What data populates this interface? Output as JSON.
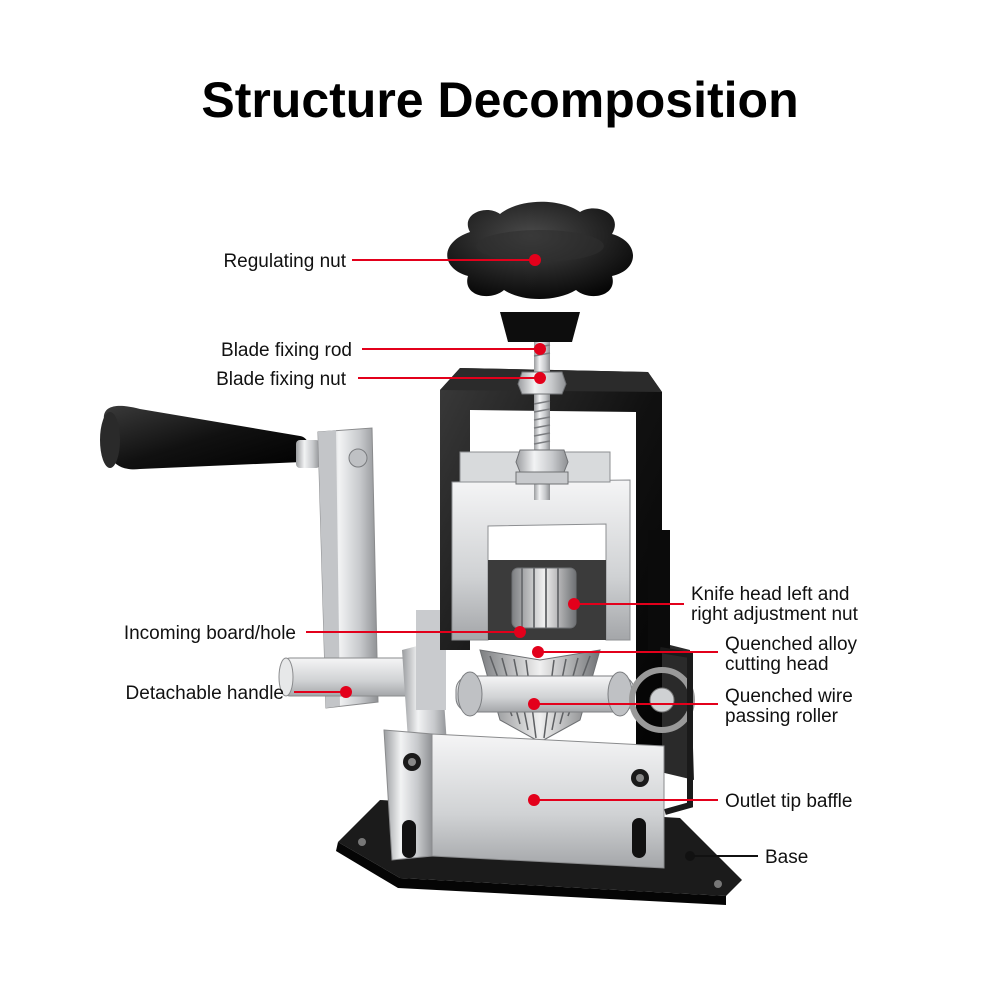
{
  "title": "Structure Decomposition",
  "colors": {
    "accent": "#e3001b",
    "frame": "#141414",
    "metal": "#d9dadc",
    "base": "#1a1a1a"
  },
  "labels": {
    "regulating_nut": "Regulating nut",
    "blade_fixing_rod": "Blade fixing rod",
    "blade_fixing_nut": "Blade fixing nut",
    "incoming_board": "Incoming board/hole",
    "detachable_handle": "Detachable handle",
    "knife_head_1": "Knife head left and",
    "knife_head_2": "right adjustment nut",
    "cutting_head_1": "Quenched alloy",
    "cutting_head_2": "cutting head",
    "roller_1": "Quenched wire",
    "roller_2": "passing roller",
    "outlet_baffle": "Outlet tip baffle",
    "base": "Base"
  }
}
